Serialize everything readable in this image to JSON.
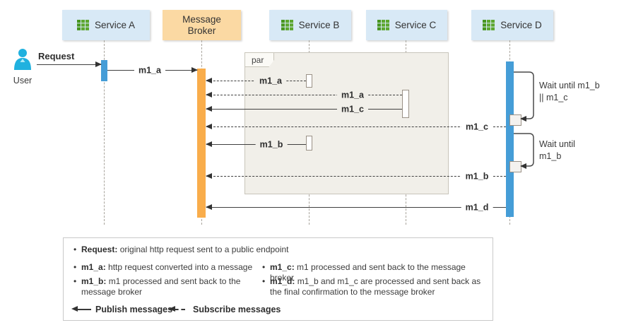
{
  "diagram": {
    "actor": {
      "label": "User"
    },
    "participants": [
      {
        "id": "service-a",
        "label": "Service A",
        "type": "service"
      },
      {
        "id": "message-broker",
        "label": "Message\nBroker",
        "type": "broker"
      },
      {
        "id": "service-b",
        "label": "Service B",
        "type": "service"
      },
      {
        "id": "service-c",
        "label": "Service C",
        "type": "service"
      },
      {
        "id": "service-d",
        "label": "Service D",
        "type": "service"
      }
    ],
    "fragment": {
      "label": "par"
    },
    "messages": [
      {
        "label": "Request",
        "from": "User",
        "to": "Service A",
        "style": "solid"
      },
      {
        "label": "m1_a",
        "from": "Service A",
        "to": "Message Broker",
        "style": "solid"
      },
      {
        "label": "m1_a",
        "from": "Service B",
        "to": "Message Broker",
        "style": "dashed"
      },
      {
        "label": "m1_a",
        "from": "Service C",
        "to": "Message Broker",
        "style": "dashed"
      },
      {
        "label": "m1_c",
        "from": "Service C",
        "to": "Message Broker",
        "style": "solid"
      },
      {
        "label": "m1_c",
        "from": "Service D",
        "to": "Message Broker",
        "style": "dashed"
      },
      {
        "label": "m1_b",
        "from": "Service B",
        "to": "Message Broker",
        "style": "solid"
      },
      {
        "label": "m1_b",
        "from": "Service D",
        "to": "Message Broker",
        "style": "dashed"
      },
      {
        "label": "m1_d",
        "from": "Service D",
        "to": "Message Broker",
        "style": "solid"
      }
    ],
    "annotations": [
      {
        "text": "Wait until m1_b\n|| m1_c"
      },
      {
        "text": "Wait until\nm1_b"
      }
    ]
  },
  "legend": {
    "items": [
      {
        "term": "Request:",
        "desc": "original http request sent to a public endpoint"
      },
      {
        "term": "m1_a:",
        "desc": "http request converted into a message"
      },
      {
        "term": "m1_b:",
        "desc": "m1 processed and sent back to the message broker"
      },
      {
        "term": "m1_c:",
        "desc": "m1 processed and sent back to the message broker"
      },
      {
        "term": "m1_d:",
        "desc": "m1_b and m1_c are processed and sent back as the final confirmation to the message broker"
      }
    ],
    "keys": [
      {
        "label": "Publish messages",
        "style": "solid"
      },
      {
        "label": "Subscribe messages",
        "style": "dashed"
      }
    ]
  },
  "colors": {
    "service_header_fill": "#D8E9F6",
    "broker_header_fill": "#FBD9A3",
    "broker_activation": "#F9AD4B",
    "service_activation_blue": "#459DD7",
    "icon_green": "#5CA62F",
    "actor_cyan": "#20B1DF",
    "fragment_fill": "#F1EFE9",
    "line_color": "#3F3F3F"
  }
}
